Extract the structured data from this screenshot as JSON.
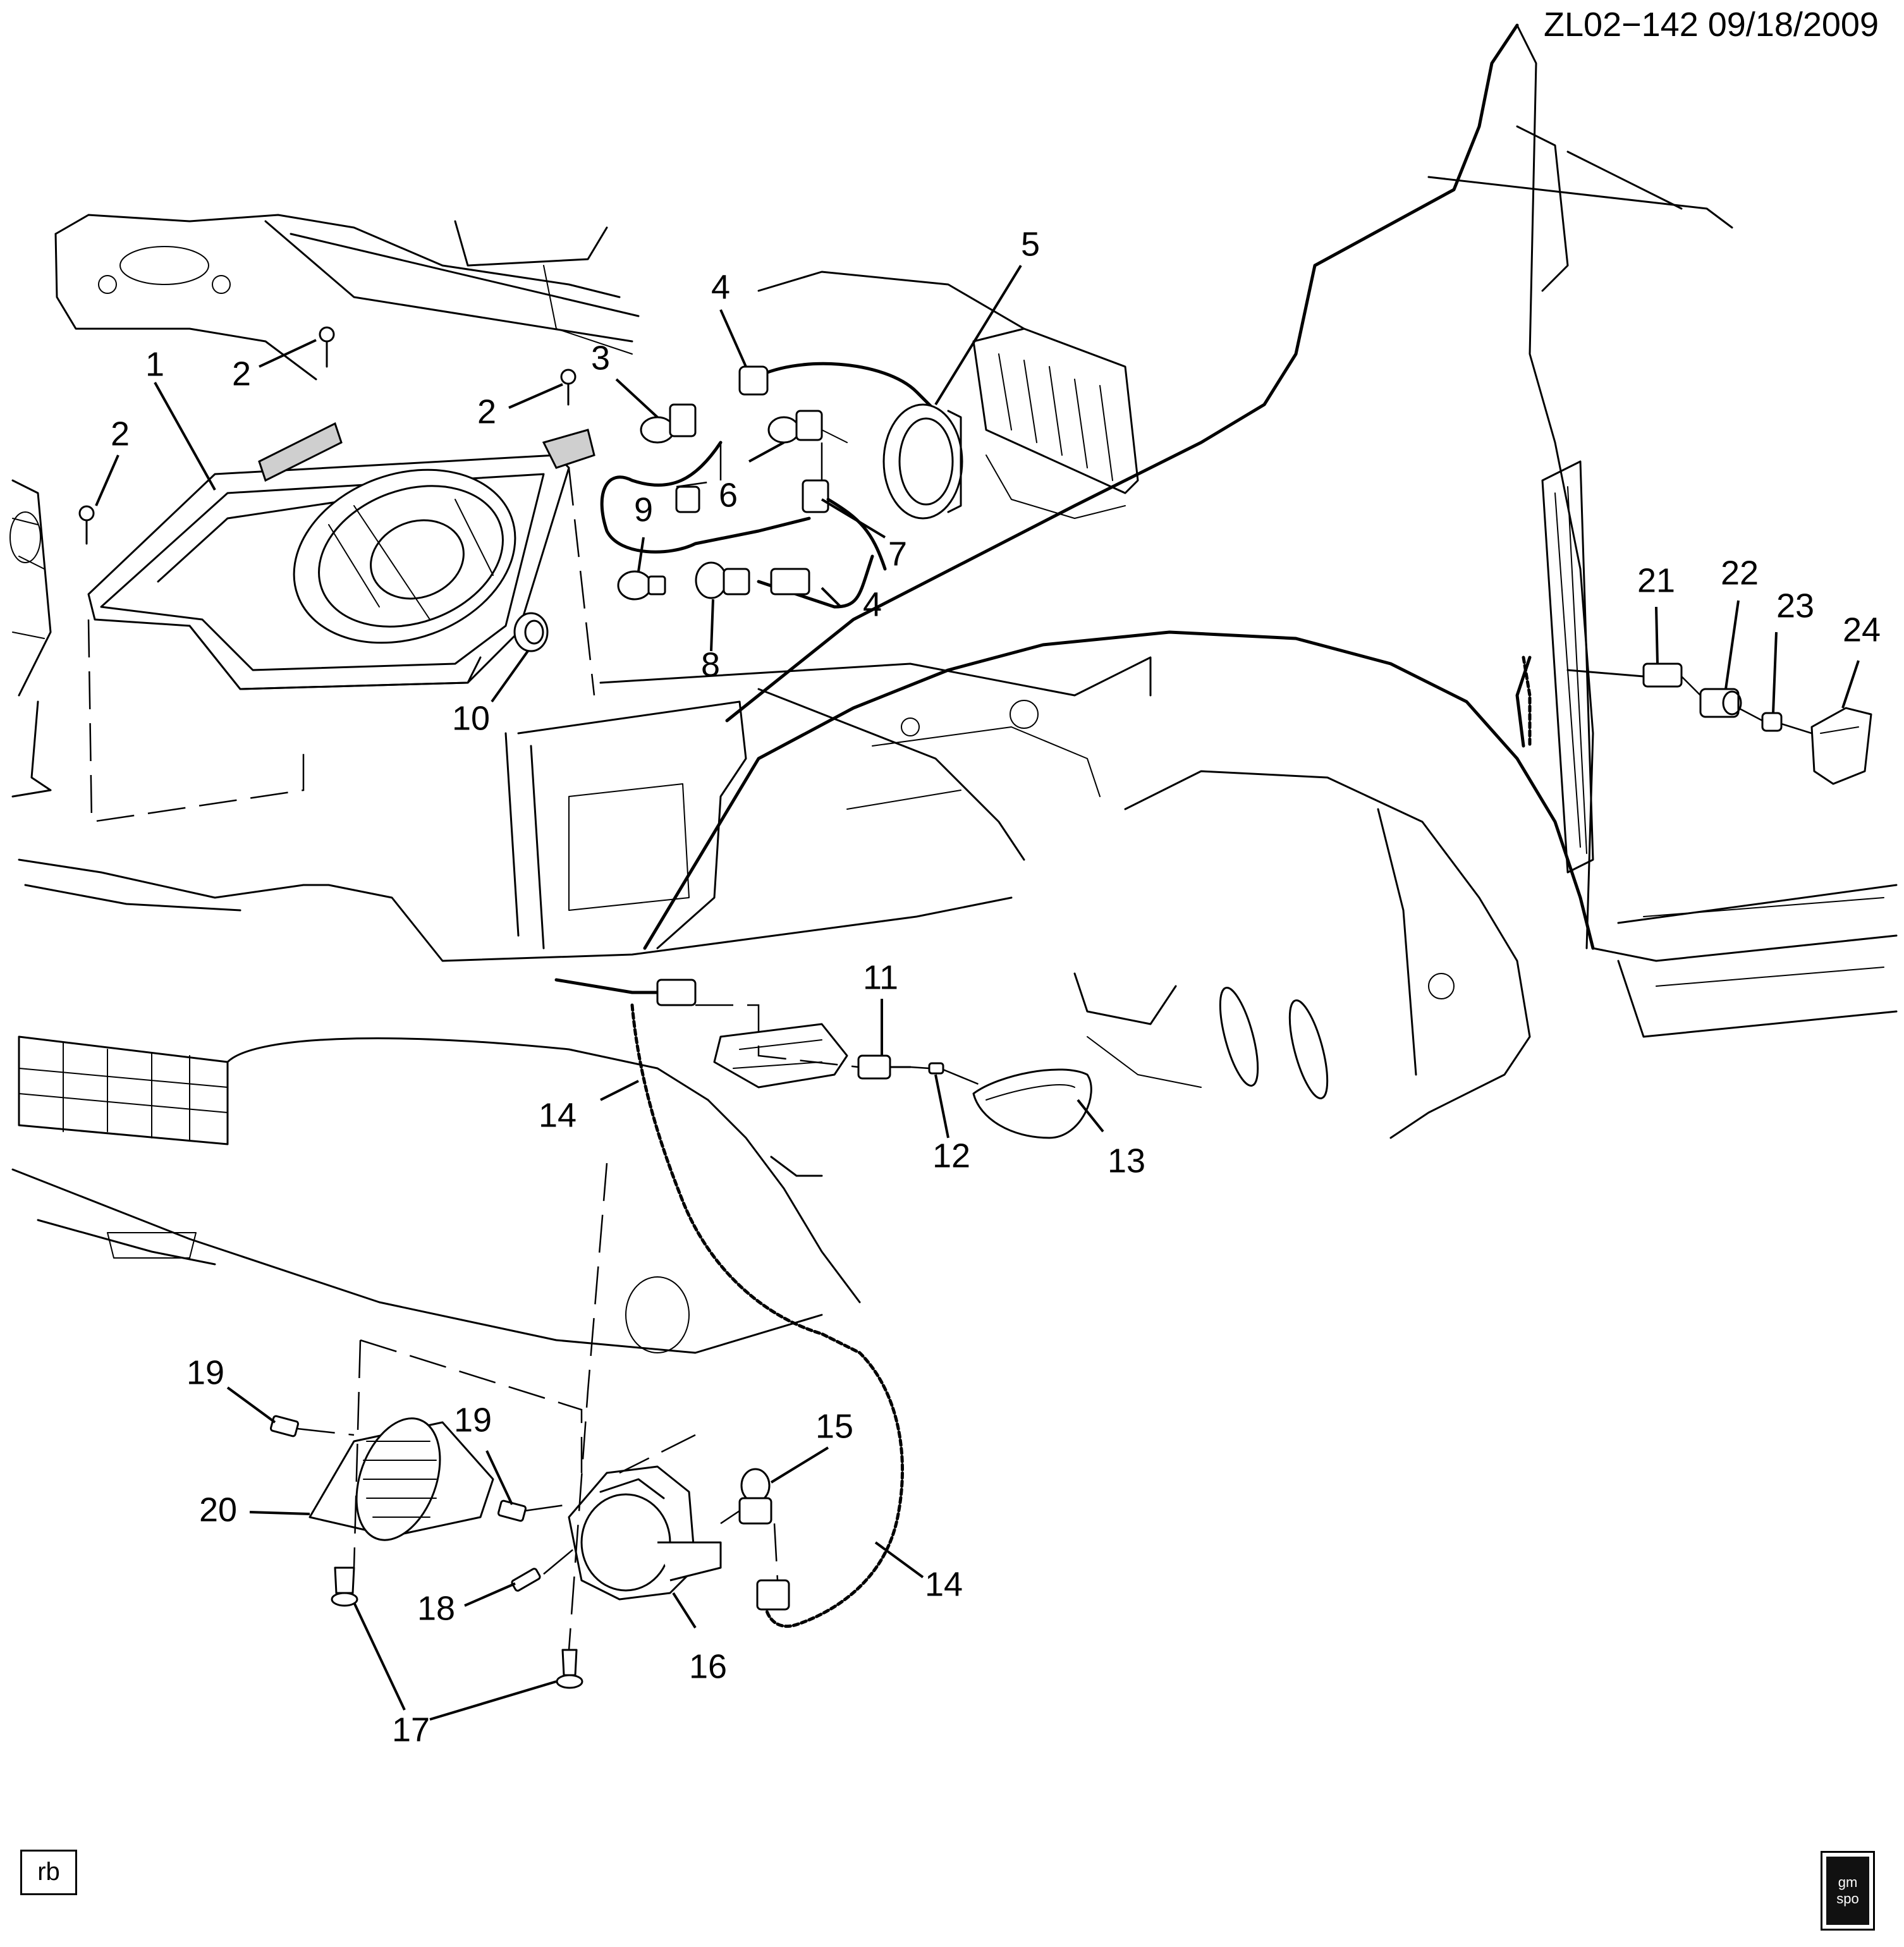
{
  "header": {
    "reference": "ZL02−142  09/18/2009"
  },
  "footer": {
    "box_label": "rb",
    "logo_text": "gm spo"
  },
  "callouts": [
    {
      "id": "1",
      "label": "1"
    },
    {
      "id": "2a",
      "label": "2"
    },
    {
      "id": "2b",
      "label": "2"
    },
    {
      "id": "2c",
      "label": "2"
    },
    {
      "id": "3",
      "label": "3"
    },
    {
      "id": "4a",
      "label": "4"
    },
    {
      "id": "4b",
      "label": "4"
    },
    {
      "id": "5",
      "label": "5"
    },
    {
      "id": "6",
      "label": "6"
    },
    {
      "id": "7",
      "label": "7"
    },
    {
      "id": "8",
      "label": "8"
    },
    {
      "id": "9",
      "label": "9"
    },
    {
      "id": "10",
      "label": "10"
    },
    {
      "id": "11",
      "label": "11"
    },
    {
      "id": "12",
      "label": "12"
    },
    {
      "id": "13",
      "label": "13"
    },
    {
      "id": "14a",
      "label": "14"
    },
    {
      "id": "14b",
      "label": "14"
    },
    {
      "id": "15",
      "label": "15"
    },
    {
      "id": "16",
      "label": "16"
    },
    {
      "id": "17",
      "label": "17"
    },
    {
      "id": "18",
      "label": "18"
    },
    {
      "id": "19a",
      "label": "19"
    },
    {
      "id": "19b",
      "label": "19"
    },
    {
      "id": "20",
      "label": "20"
    },
    {
      "id": "21",
      "label": "21"
    },
    {
      "id": "22",
      "label": "22"
    },
    {
      "id": "23",
      "label": "23"
    },
    {
      "id": "24",
      "label": "24"
    }
  ]
}
